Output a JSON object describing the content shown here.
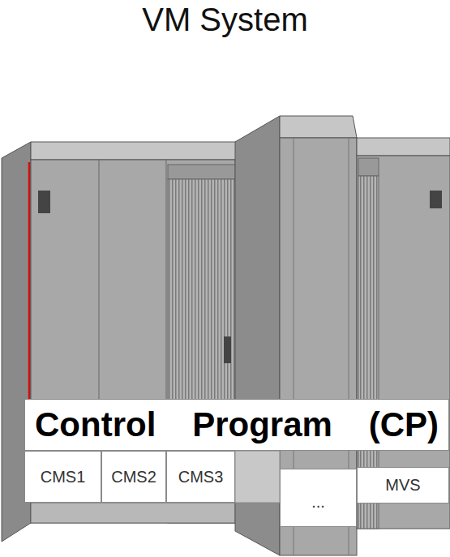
{
  "diagram": {
    "title": "VM System",
    "nodes": [
      {
        "text": [
          "Control Program (CP)"
        ]
      },
      {
        "text": [
          "CMS1"
        ]
      },
      {
        "text": [
          "CMS2"
        ]
      },
      {
        "text": [
          "CMS3"
        ]
      },
      {
        "text": [
          "..."
        ]
      },
      {
        "text": [
          "MVS"
        ]
      }
    ]
  }
}
